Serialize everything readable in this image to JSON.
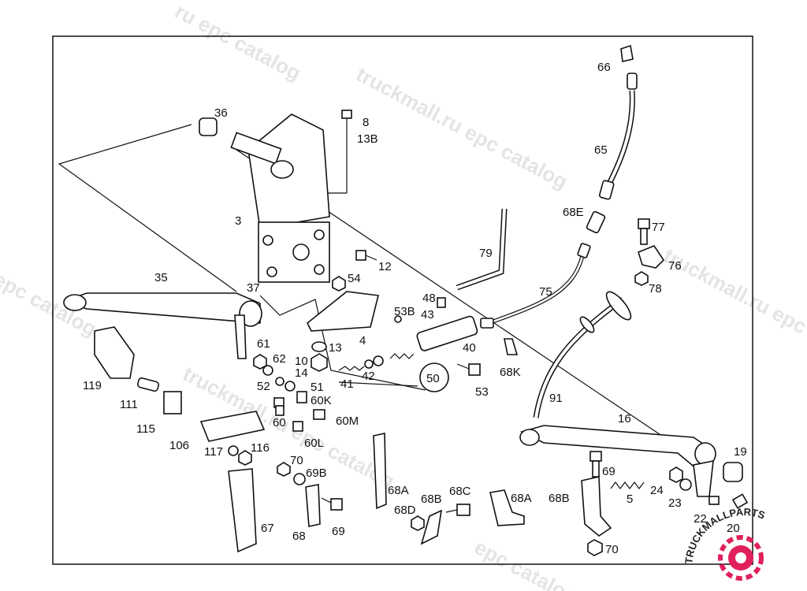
{
  "watermark": {
    "text_a": "truckmall.ru epc catalog",
    "text_b": "ru epc catalog",
    "text_c": "epc catalog"
  },
  "logo": {
    "text": "TRUCKMALLPARTS",
    "color_dark": "#222222",
    "color_accent": "#e0205a"
  },
  "labels": [
    {
      "id": "36",
      "text": "36"
    },
    {
      "id": "8",
      "text": "8"
    },
    {
      "id": "13B",
      "text": "13B"
    },
    {
      "id": "3",
      "text": "3"
    },
    {
      "id": "12",
      "text": "12"
    },
    {
      "id": "35",
      "text": "35"
    },
    {
      "id": "37",
      "text": "37"
    },
    {
      "id": "54",
      "text": "54"
    },
    {
      "id": "79",
      "text": "79"
    },
    {
      "id": "66",
      "text": "66"
    },
    {
      "id": "65",
      "text": "65"
    },
    {
      "id": "68E",
      "text": "68E"
    },
    {
      "id": "77",
      "text": "77"
    },
    {
      "id": "76",
      "text": "76"
    },
    {
      "id": "78",
      "text": "78"
    },
    {
      "id": "75",
      "text": "75"
    },
    {
      "id": "48",
      "text": "48"
    },
    {
      "id": "53B",
      "text": "53B"
    },
    {
      "id": "43",
      "text": "43"
    },
    {
      "id": "4",
      "text": "4"
    },
    {
      "id": "40",
      "text": "40"
    },
    {
      "id": "61",
      "text": "61"
    },
    {
      "id": "13",
      "text": "13"
    },
    {
      "id": "62",
      "text": "62"
    },
    {
      "id": "10",
      "text": "10"
    },
    {
      "id": "14",
      "text": "14"
    },
    {
      "id": "52",
      "text": "52"
    },
    {
      "id": "51",
      "text": "51"
    },
    {
      "id": "41",
      "text": "41"
    },
    {
      "id": "42",
      "text": "42"
    },
    {
      "id": "50",
      "text": "50"
    },
    {
      "id": "53",
      "text": "53"
    },
    {
      "id": "68K",
      "text": "68K"
    },
    {
      "id": "119",
      "text": "119"
    },
    {
      "id": "111",
      "text": "111"
    },
    {
      "id": "115",
      "text": "115"
    },
    {
      "id": "60K",
      "text": "60K"
    },
    {
      "id": "60",
      "text": "60"
    },
    {
      "id": "60M",
      "text": "60M"
    },
    {
      "id": "60L",
      "text": "60L"
    },
    {
      "id": "106",
      "text": "106"
    },
    {
      "id": "117",
      "text": "117"
    },
    {
      "id": "116",
      "text": "116"
    },
    {
      "id": "70a",
      "text": "70"
    },
    {
      "id": "69B",
      "text": "69B"
    },
    {
      "id": "91",
      "text": "91"
    },
    {
      "id": "16",
      "text": "16"
    },
    {
      "id": "19",
      "text": "19"
    },
    {
      "id": "69a",
      "text": "69"
    },
    {
      "id": "5",
      "text": "5"
    },
    {
      "id": "24",
      "text": "24"
    },
    {
      "id": "23",
      "text": "23"
    },
    {
      "id": "22",
      "text": "22"
    },
    {
      "id": "20",
      "text": "20"
    },
    {
      "id": "67",
      "text": "67"
    },
    {
      "id": "68",
      "text": "68"
    },
    {
      "id": "69b",
      "text": "69"
    },
    {
      "id": "68A",
      "text": "68A"
    },
    {
      "id": "68D",
      "text": "68D"
    },
    {
      "id": "68B",
      "text": "68B"
    },
    {
      "id": "68C",
      "text": "68C"
    },
    {
      "id": "68A2",
      "text": "68A"
    },
    {
      "id": "68B2",
      "text": "68B"
    },
    {
      "id": "70b",
      "text": "70"
    }
  ]
}
